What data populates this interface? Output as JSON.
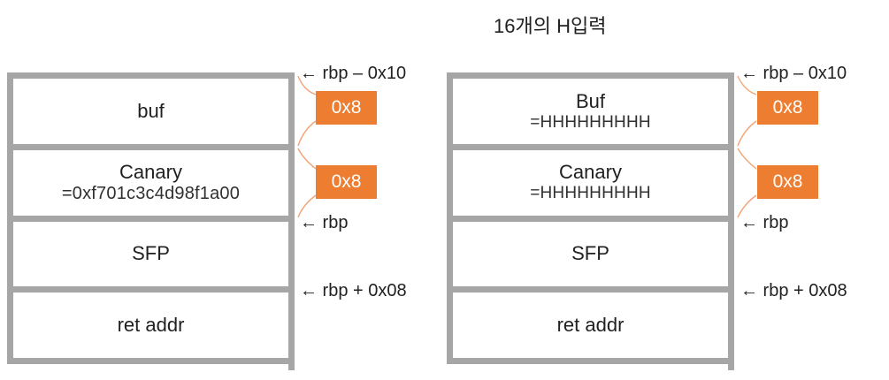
{
  "title": "16개의 H입력",
  "colors": {
    "box_orange": "#ED7D31",
    "connector_orange": "#F2A477",
    "frame_gray": "#A6A6A6",
    "text": "#212121"
  },
  "diagrams": [
    {
      "id": "stack-before-input",
      "rows": [
        {
          "label": "buf",
          "value": ""
        },
        {
          "label": "Canary",
          "value": "=0xf701c3c4d98f1a00"
        },
        {
          "label": "SFP",
          "value": ""
        },
        {
          "label": "ret addr",
          "value": ""
        }
      ],
      "size_badges": [
        "0x8",
        "0x8"
      ],
      "pointer_labels": [
        "← rbp – 0x10",
        "← rbp",
        "← rbp + 0x08"
      ]
    },
    {
      "id": "stack-after-input",
      "rows": [
        {
          "label": "Buf",
          "value": "=HHHHHHHHH"
        },
        {
          "label": "Canary",
          "value": "=HHHHHHHHH"
        },
        {
          "label": "SFP",
          "value": ""
        },
        {
          "label": "ret addr",
          "value": ""
        }
      ],
      "size_badges": [
        "0x8",
        "0x8"
      ],
      "pointer_labels": [
        "← rbp – 0x10",
        "← rbp",
        "← rbp + 0x08"
      ]
    }
  ]
}
